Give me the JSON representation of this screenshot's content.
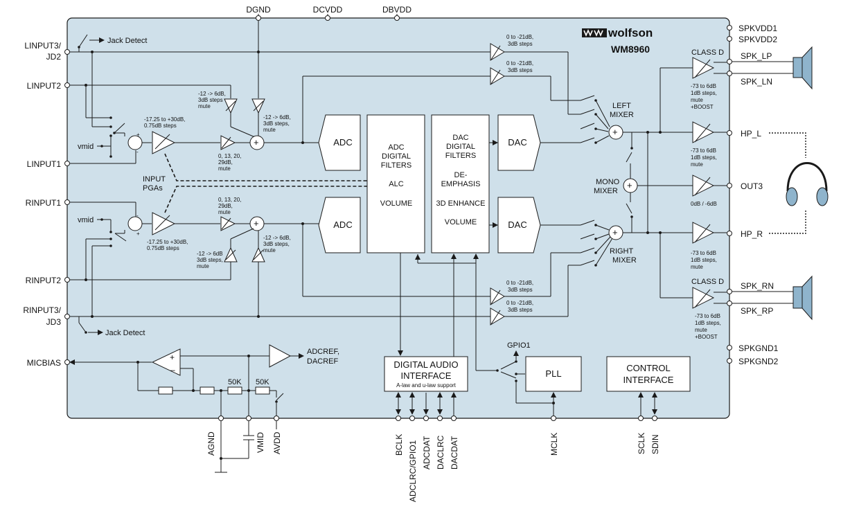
{
  "brand": {
    "logo_text": "wolfson",
    "part_number": "WM8960"
  },
  "colors": {
    "chip_fill": "#cfe0ea",
    "chip_border": "#1a1a1a",
    "wire": "#1a1a1a"
  },
  "pins": {
    "top": [
      "DGND",
      "DCVDD",
      "DBVDD"
    ],
    "left": [
      "LINPUT3/",
      "JD2",
      "LINPUT2",
      "LINPUT1",
      "RINPUT1",
      "RINPUT2",
      "RINPUT3/",
      "JD3",
      "MICBIAS"
    ],
    "right": [
      "SPKVDD1",
      "SPKVDD2",
      "SPK_LP",
      "SPK_LN",
      "HP_L",
      "OUT3",
      "HP_R",
      "SPK_RN",
      "SPK_RP",
      "SPKGND1",
      "SPKGND2"
    ],
    "bottom": [
      "AGND",
      "VMID",
      "AVDD",
      "BCLK",
      "ADCLRC/GPIO1",
      "ADCDAT",
      "DACLRC",
      "DACDAT",
      "MCLK",
      "SCLK",
      "SDIN"
    ]
  },
  "blocks": {
    "adc": "ADC",
    "dac": "DAC",
    "adc_filters": [
      "ADC",
      "DIGITAL",
      "FILTERS"
    ],
    "alc": "ALC",
    "volume": "VOLUME",
    "dac_filters": [
      "DAC",
      "DIGITAL",
      "FILTERS"
    ],
    "de_emphasis": [
      "DE-",
      "EMPHASIS"
    ],
    "enhance_3d": "3D ENHANCE",
    "dai": [
      "DIGITAL AUDIO",
      "INTERFACE"
    ],
    "dai_sub": "A-law and u-law support",
    "pll": "PLL",
    "control": [
      "CONTROL",
      "INTERFACE"
    ],
    "gpio1": "GPIO1"
  },
  "labels": {
    "jack_detect": "Jack Detect",
    "vmid": "vmid",
    "input_pgas": [
      "INPUT",
      "PGAs"
    ],
    "left_mixer": [
      "LEFT",
      "MIXER"
    ],
    "mono_mixer": [
      "MONO",
      "MIXER"
    ],
    "right_mixer": [
      "RIGHT",
      "MIXER"
    ],
    "class_d": "CLASS D",
    "adcref": [
      "ADCREF,",
      "DACREF"
    ],
    "res_50k": "50K"
  },
  "notes": {
    "pga_gain": [
      "-17.25 to +30dB,",
      "0.75dB steps"
    ],
    "boost_gain": [
      "0, 13, 20,",
      "29dB,",
      "mute"
    ],
    "bypass_gain": [
      "-12 -> 6dB,",
      "3dB steps",
      "mute"
    ],
    "bypass_gain_2": [
      "-12 -> 6dB,",
      "3dB steps,",
      "mute"
    ],
    "bypass_gain_3": [
      "-12 -> 6dB",
      "3dB steps,",
      "mute"
    ],
    "line_gain": [
      "0 to -21dB,",
      "3dB steps"
    ],
    "spk_gain": [
      "-73 to 6dB",
      "1dB steps,",
      "mute",
      "+BOOST"
    ],
    "hp_gain": [
      "-73 to 6dB",
      "1dB steps,",
      "mute"
    ],
    "out3_gain": "0dB / -6dB"
  }
}
